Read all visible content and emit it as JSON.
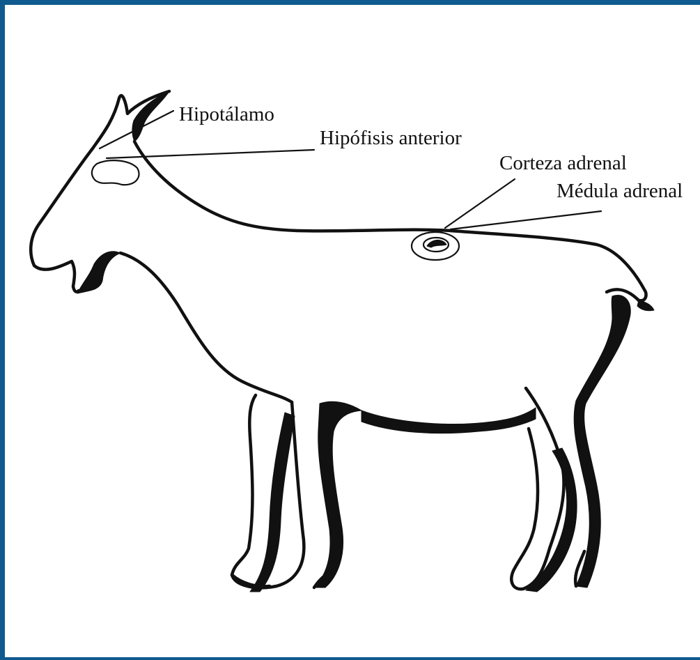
{
  "colors": {
    "frame_border": "#0f5a8e",
    "ink": "#111111",
    "background": "#ffffff"
  },
  "labels": {
    "hipotalamo": "Hipotálamo",
    "hipofisis_anterior": "Hipófisis anterior",
    "corteza_adrenal": "Corteza adrenal",
    "medula_adrenal": "Médula adrenal"
  }
}
